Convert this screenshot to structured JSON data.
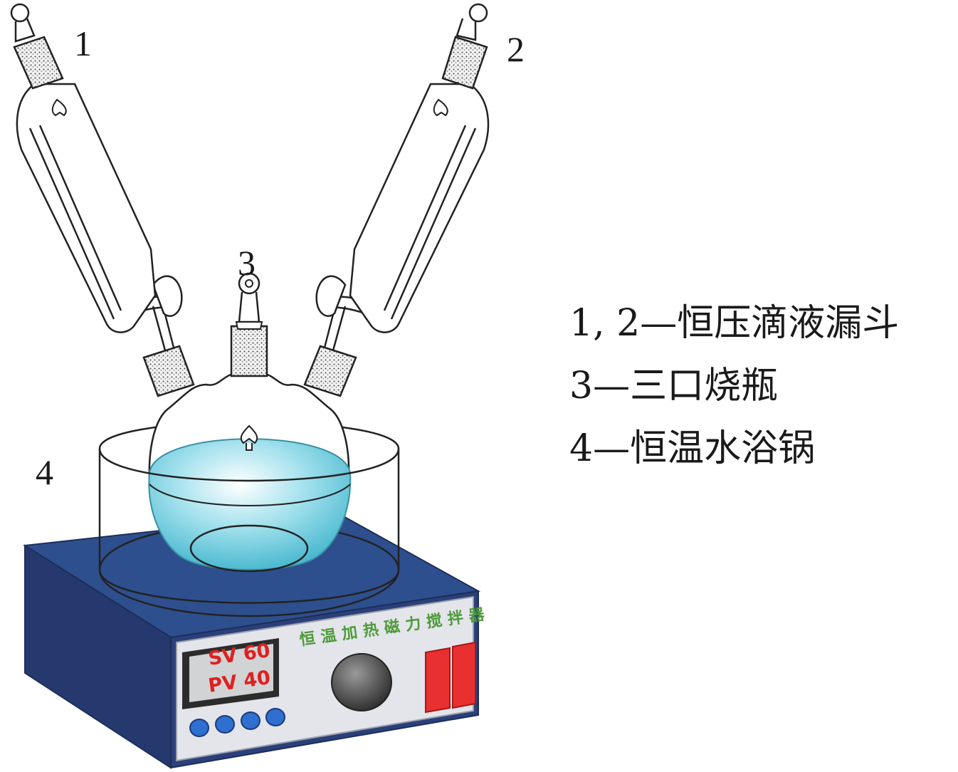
{
  "labels": {
    "n1": "1",
    "n2": "2",
    "n3": "3",
    "n4": "4"
  },
  "legend": [
    "1, 2—恒压滴液漏斗",
    "3—三口烧瓶",
    "4—恒温水浴锅"
  ],
  "device": {
    "brand": "恒温加热磁力搅拌器",
    "sv": "SV 60",
    "pv": "PV 40"
  },
  "colors": {
    "device_top": "#2e4f8e",
    "device_front": "#2b3f7a",
    "panel": "#e3e5ea",
    "lcd_bg": "#d2d3d5",
    "lcd_text": "#e02020",
    "brand_text": "#4e9a3a",
    "button_blue": "#2f6fd0",
    "switch_red": "#e83030",
    "water": "#7fd3e3"
  }
}
